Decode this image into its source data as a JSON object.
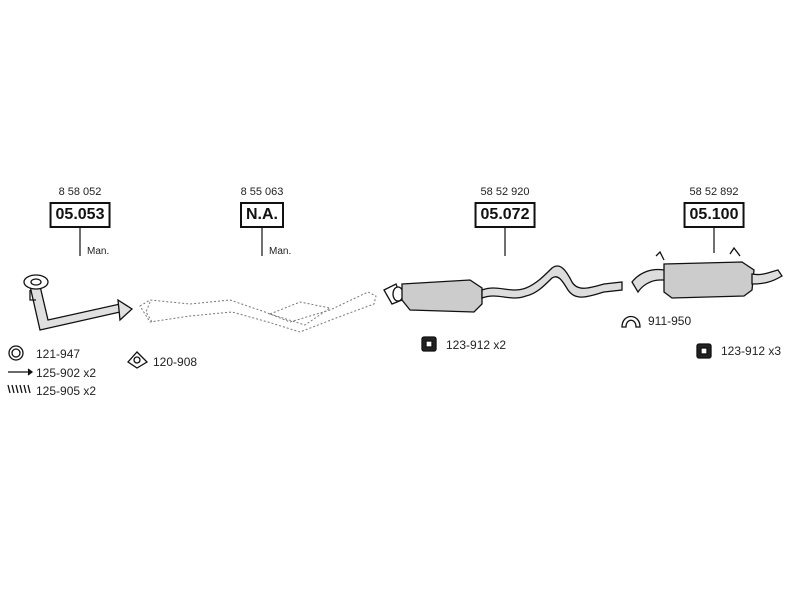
{
  "groups": [
    {
      "ref": "8 58 052",
      "code": "05.053",
      "note": "Man."
    },
    {
      "ref": "8 55 063",
      "code": "N.A.",
      "note": "Man."
    },
    {
      "ref": "58 52 920",
      "code": "05.072",
      "note": ""
    },
    {
      "ref": "58 52 892",
      "code": "05.100",
      "note": ""
    }
  ],
  "parts": {
    "ring": "121-947",
    "bolt": "125-902 x2",
    "spring": "125-905 x2",
    "gasket": "120-908",
    "hanger_mid": "123-912 x2",
    "clamp": "911-950",
    "hanger_rear": "123-912 x3"
  },
  "colors": {
    "line": "#111111",
    "pipe_fill": "#dddddd",
    "muffler_fill": "#cccccc"
  },
  "icons": [
    "ring-icon",
    "bolt-icon",
    "spring-icon",
    "gasket-icon",
    "rubber-hanger-icon",
    "clamp-icon"
  ]
}
